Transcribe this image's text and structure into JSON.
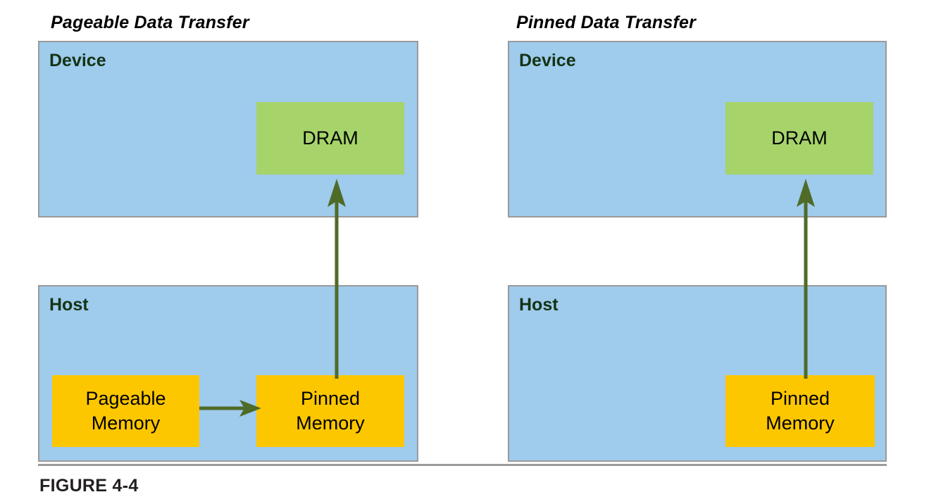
{
  "figure": {
    "caption": "FIGURE 4-4",
    "colors": {
      "panel_fill": "#9FCBEC",
      "panel_border": "#9A9A9A",
      "dram_fill": "#A6D46A",
      "memory_fill": "#FDC700",
      "shadow": "#3F3F3F",
      "arrow": "#4F6B28",
      "panel_label_text": "#143314",
      "caption_text": "#231F20"
    }
  },
  "diagrams": [
    {
      "title": "Pageable Data Transfer",
      "panels": [
        {
          "label": "Device",
          "blocks": [
            {
              "label": "DRAM"
            }
          ]
        },
        {
          "label": "Host",
          "blocks": [
            {
              "label": "Pageable\nMemory"
            },
            {
              "label": "Pinned\nMemory"
            }
          ]
        }
      ],
      "arrows": [
        {
          "from": "pageable-memory",
          "to": "pinned-memory",
          "direction": "right"
        },
        {
          "from": "pinned-memory",
          "to": "dram",
          "direction": "up"
        }
      ]
    },
    {
      "title": "Pinned Data Transfer",
      "panels": [
        {
          "label": "Device",
          "blocks": [
            {
              "label": "DRAM"
            }
          ]
        },
        {
          "label": "Host",
          "blocks": [
            {
              "label": "Pinned\nMemory"
            }
          ]
        }
      ],
      "arrows": [
        {
          "from": "pinned-memory",
          "to": "dram",
          "direction": "up"
        }
      ]
    }
  ],
  "labels": {
    "title_left": "Pageable Data Transfer",
    "title_right": "Pinned Data Transfer",
    "device": "Device",
    "host": "Host",
    "dram": "DRAM",
    "pageable_memory_line1": "Pageable",
    "pageable_memory_line2": "Memory",
    "pinned_memory_line1": "Pinned",
    "pinned_memory_line2": "Memory"
  }
}
